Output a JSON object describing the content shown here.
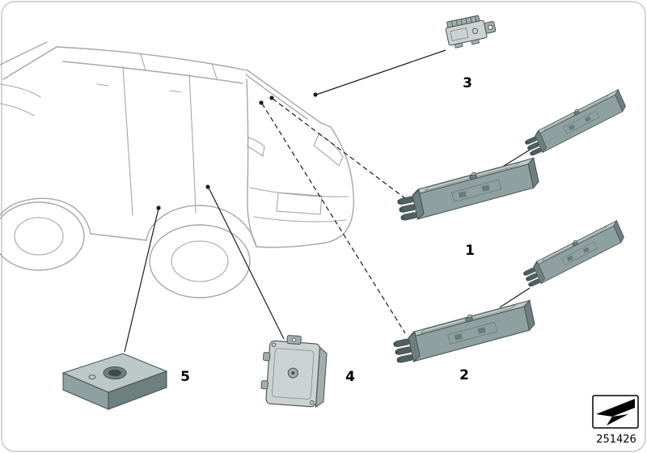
{
  "diagram": {
    "doc_number": "251426",
    "callouts": {
      "part1": "1",
      "part2": "2",
      "part3": "3",
      "part4": "4",
      "part5": "5"
    }
  },
  "colors": {
    "edge": "#44504f",
    "part_front": "#8fa0a0",
    "part_top": "#bcc8c8",
    "part_end": "#6e7f7f",
    "connector": "#4f6060",
    "small_light": "#ccd2d2",
    "small_mid": "#a2adad",
    "car_line": "#a3a8a8",
    "leader": "#1c1c1c",
    "frame": "#c9c9c9"
  }
}
